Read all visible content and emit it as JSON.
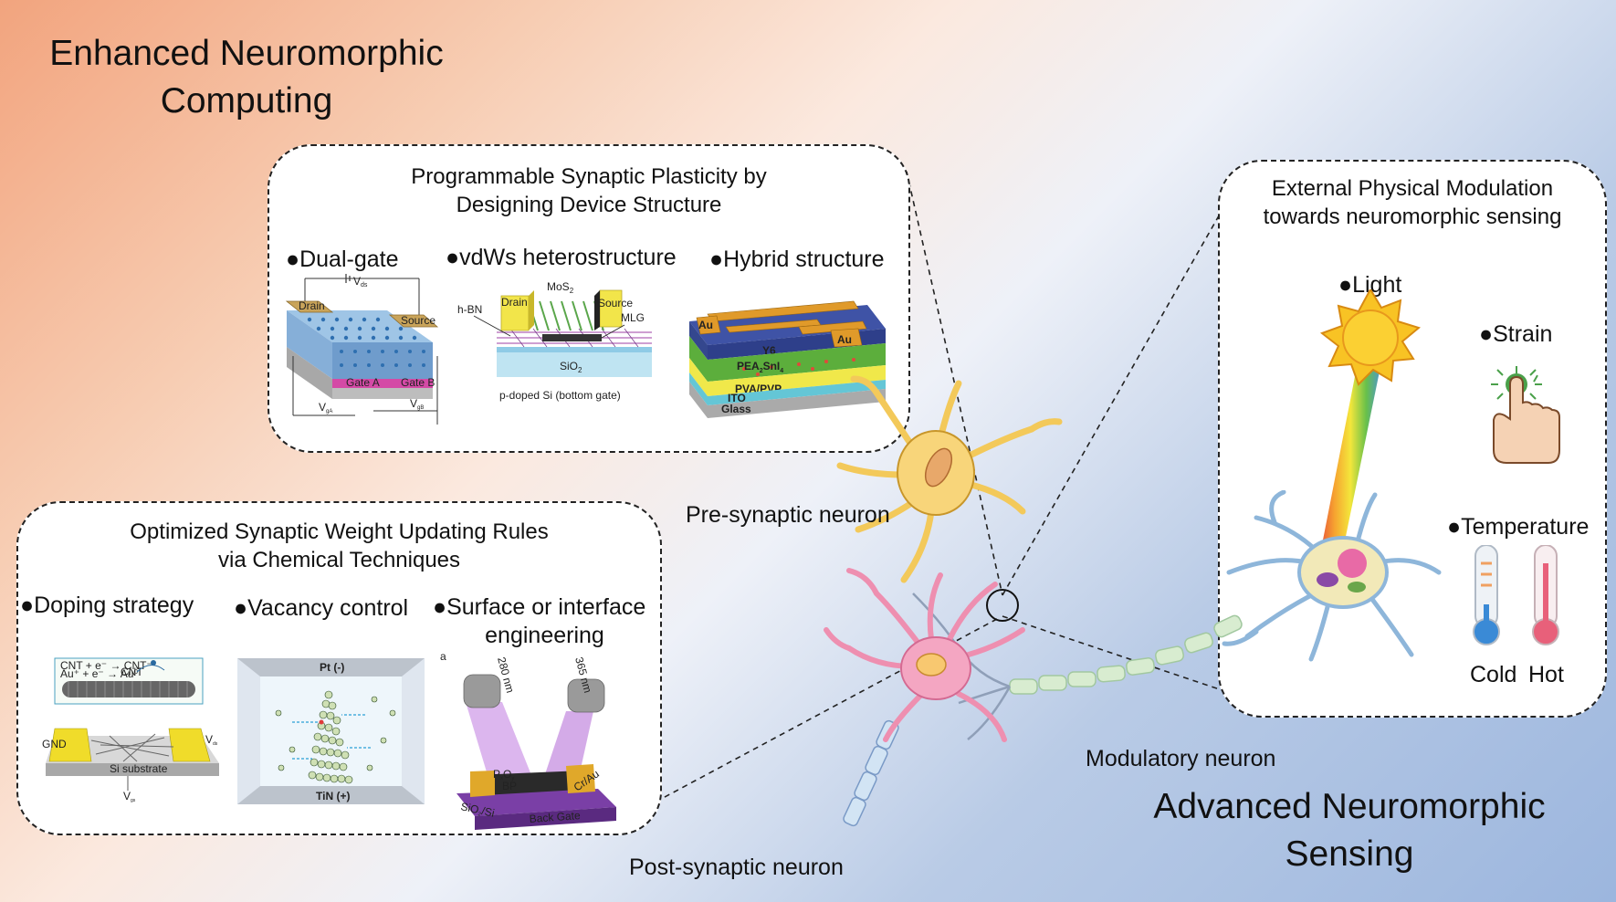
{
  "titles": {
    "computing": [
      "Enhanced Neuromorphic",
      "Computing"
    ],
    "sensing": [
      "Advanced Neuromorphic",
      "Sensing"
    ]
  },
  "panel_plasticity": {
    "title": [
      "Programmable Synaptic Plasticity by",
      "Designing Device Structure"
    ],
    "items": [
      "●Dual-gate",
      "●vdWs heterostructure",
      "●Hybrid structure"
    ],
    "dual_gate_labels": {
      "drain": "Drain",
      "source": "Source",
      "gate_a": "Gate A",
      "gate_b": "Gate B",
      "vds": "V",
      "vds_sub": "ds",
      "vga": "V",
      "vga_sub": "gA",
      "vgb": "V",
      "vgb_sub": "gB"
    },
    "vdw_labels": {
      "mos2": "MoS",
      "mos2_sub": "2",
      "drain": "Drain",
      "source": "Source",
      "hbn": "h-BN",
      "mlg": "MLG",
      "sio2": "SiO",
      "sio2_sub": "2",
      "substrate": "p-doped Si (bottom gate)"
    },
    "hybrid_labels": {
      "au1": "Au",
      "au2": "Au",
      "y6": "Y6",
      "pea": "PEA",
      "pea_sub": "2",
      "pea_rest": "SnI",
      "pea_sub2": "4",
      "pva": "PVA/PVP",
      "ito": "ITO",
      "glass": "Glass"
    }
  },
  "panel_weight": {
    "title": [
      "Optimized Synaptic Weight Updating Rules",
      "via Chemical Techniques"
    ],
    "items": [
      "●Doping strategy",
      "●Vacancy control"
    ],
    "item3": [
      "●Surface or interface",
      "engineering"
    ],
    "doping_labels": {
      "eq1": "CNT + e⁻ → CNT⁻",
      "eq2": "Au⁺ + e⁻ → Au⁰",
      "cnt": "CNT",
      "gnd": "GND",
      "vds": "V",
      "vds_sub": "ds",
      "vgs": "V",
      "vgs_sub": "gs",
      "substrate": "Si substrate"
    },
    "vacancy_labels": {
      "top": "Pt (-)",
      "bottom": "TiN (+)"
    },
    "surface_labels": {
      "panel": "a",
      "l1": "280 nm",
      "l2": "365 nm",
      "px": "P",
      "px_sub": "x",
      "ox": "O",
      "ox_sub": "y",
      "bp": "BP",
      "crau": "Cr/Au",
      "sub": "SiO",
      "sub_sub": "2",
      "sub_rest": "/Si",
      "gate": "Back Gate"
    }
  },
  "panel_sensing": {
    "title": [
      "External Physical  Modulation",
      "towards neuromorphic sensing"
    ],
    "items": {
      "light": "●Light",
      "strain": "●Strain",
      "temperature": "●Temperature"
    },
    "temp_labels": {
      "cold": "Cold",
      "hot": "Hot"
    }
  },
  "neurons": {
    "pre": "Pre-synaptic neuron",
    "post": "Post-synaptic neuron",
    "modulatory": "Modulatory neuron"
  },
  "colors": {
    "gold": "#e2c24a",
    "pre_neuron": "#f3c95a",
    "post_neuron": "#ee8fb0",
    "mod_neuron": "#8eb6da",
    "axon": "#d8ecd0",
    "sun": "#f8bd22"
  }
}
